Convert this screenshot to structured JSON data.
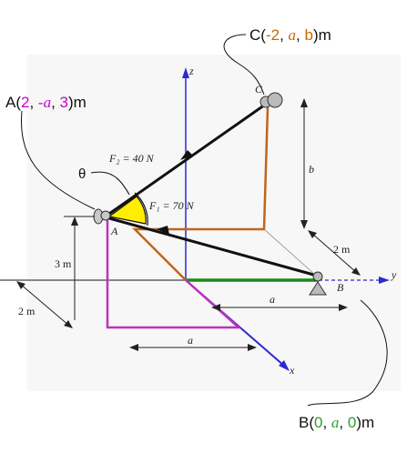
{
  "points": {
    "A": {
      "prefix": "A(",
      "x": "2",
      "sep1": ", ",
      "y": "-a",
      "sep2": ", ",
      "z": "3",
      "suffix": ")m",
      "marker": "A"
    },
    "B": {
      "prefix": "B(",
      "x": "0",
      "sep1": ", ",
      "y": "a",
      "sep2": ", ",
      "z": "0",
      "suffix": ")m",
      "marker": "B"
    },
    "C": {
      "prefix": "C(",
      "x": "-2",
      "sep1": ", ",
      "y": "a",
      "sep2": ", ",
      "z": "b",
      "suffix": ")m",
      "marker": "C"
    }
  },
  "forces": {
    "F2": "F₂ = 40 N",
    "F1": "F₁ = 70 N"
  },
  "angle_label": "θ",
  "axes": {
    "x": "x",
    "y": "y",
    "z": "z"
  },
  "dimensions": {
    "height_A": "3 m",
    "depth_left": "2 m",
    "depth_right": "2 m",
    "b": "b",
    "a_top": "a",
    "a_bottom": "a"
  },
  "colors": {
    "x_coord": "#cc00cc",
    "y_coord": "#cc6600",
    "neg_y_coord": "#cc00cc",
    "green_coord": "#2e9e2e",
    "z_coord": "#cc00cc",
    "axis_blue": "#2a2ad0",
    "orange_frame": "#c0651a",
    "magenta_frame": "#c030c0",
    "green_axis": "#1a8a1a",
    "angle_fill": "#ffee00"
  }
}
